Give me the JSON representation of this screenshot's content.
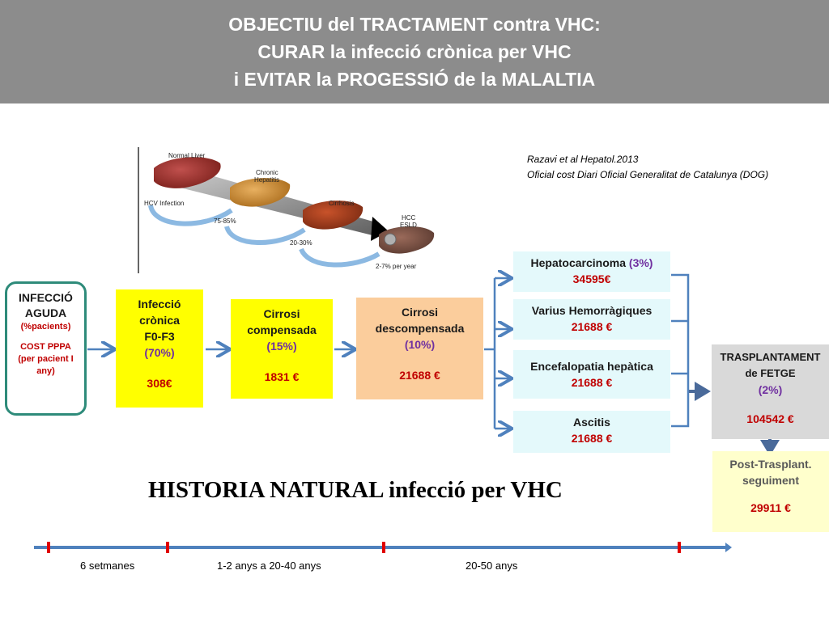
{
  "header": {
    "line1": "OBJECTIU del TRACTAMENT contra VHC:",
    "line2": "CURAR la infecció crònica per VHC",
    "line3": "i EVITAR la PROGESSIÓ de la MALALTIA"
  },
  "references": {
    "line1": "Razavi et al Hepatol.2013",
    "line2": "Oficial cost Diari Oficial Generalitat de Catalunya (DOG)"
  },
  "figure": {
    "normal": "Normal Liver",
    "chronic1": "Chronic",
    "chronic2": "Hepatitis",
    "infection": "HCV Infection",
    "cirrhosis": "Cirrhosis",
    "hcc1": "HCC",
    "hcc2": "ESLD",
    "pct1": "75-85%",
    "pct2": "20-30%",
    "pct3": "2-7% per year"
  },
  "acute": {
    "title1": "INFECCIÓ",
    "title2": "AGUDA",
    "sub": "(%pacients)",
    "cost1": "COST PPPA",
    "cost2": "(per pacient  I",
    "cost3": "any)"
  },
  "chronic": {
    "l1": "Infecció",
    "l2": "crònica",
    "l3": "F0-F3",
    "pct": "(70%)",
    "cost": "308€"
  },
  "compensated": {
    "l1": "Cirrosi",
    "l2": "compensada",
    "pct": "(15%)",
    "cost": "1831 €"
  },
  "decompensated": {
    "l1": "Cirrosi",
    "l2": "descompensada",
    "pct": "(10%)",
    "cost": "21688 €"
  },
  "complications": [
    {
      "name": "Hepatocarcinoma",
      "pct": "(3%)",
      "cost": "34595€"
    },
    {
      "name": "Varius Hemorràgiques",
      "cost": "21688 €"
    },
    {
      "name": "Encefalopatia hepàtica",
      "cost": "21688 €"
    },
    {
      "name": "Ascitis",
      "cost": "21688 €"
    }
  ],
  "transplant": {
    "l1": "TRASPLANTAMENT",
    "l2": "de FETGE",
    "pct": "(2%)",
    "cost": "104542 €"
  },
  "post": {
    "l1": "Post-Trasplant.",
    "l2": "seguiment",
    "cost": "29911 €"
  },
  "title": "HISTORIA NATURAL  infecció per VHC",
  "timeline": [
    "6 setmanes",
    "1-2 anys a 20-40 anys",
    "20-50 anys"
  ],
  "colors": {
    "banner": "#8c8c8c",
    "yellow": "#ffff00",
    "peach": "#fbcd9c",
    "cyan": "#e4f9fb",
    "gray": "#d9d9d9",
    "cream": "#ffffcc",
    "cost_red": "#c00000",
    "pct_purple": "#7030a0",
    "arrow_blue": "#4f81bd"
  }
}
